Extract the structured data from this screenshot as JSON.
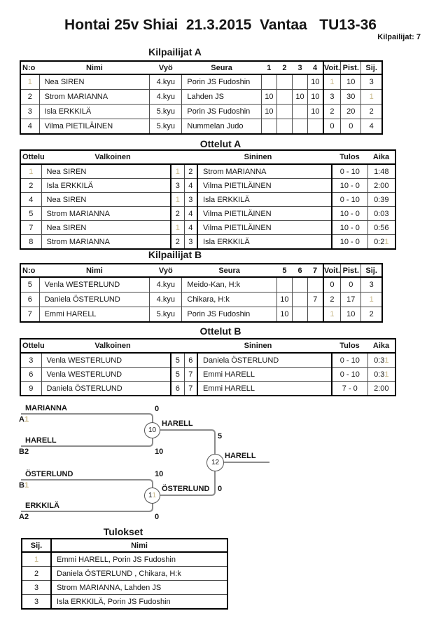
{
  "page": {
    "title": "Hontai 25v Shiai  21.3.2015  Vantaa   TU13-36",
    "participants": "Kilpailijat: 7"
  },
  "competitors_a": {
    "heading": "Kilpailijat A",
    "headers": {
      "no": "N:o",
      "name": "Nimi",
      "belt": "Vyö",
      "club": "Seura",
      "r1": "1",
      "r2": "2",
      "r3": "3",
      "r4": "4",
      "wins": "Voit.",
      "points": "Pist.",
      "place": "Sij."
    },
    "rows": [
      {
        "no": "1",
        "name": "Nea SIREN",
        "belt": "4.kyu",
        "club": "Porin JS Fudoshin",
        "r1": "",
        "r2": "",
        "r3": "",
        "r4": "10",
        "wins": "1",
        "points": "10",
        "place": "3"
      },
      {
        "no": "2",
        "name": "Strom MARIANNA",
        "belt": "4.kyu",
        "club": "Lahden JS",
        "r1": "10",
        "r2": "",
        "r3": "10",
        "r4": "10",
        "wins": "3",
        "points": "30",
        "place": "1"
      },
      {
        "no": "3",
        "name": "Isla ERKKILÄ",
        "belt": "5.kyu",
        "club": "Porin JS Fudoshin",
        "r1": "10",
        "r2": "",
        "r3": "",
        "r4": "10",
        "wins": "2",
        "points": "20",
        "place": "2"
      },
      {
        "no": "4",
        "name": "Vilma PIETILÄINEN",
        "belt": "5.kyu",
        "club": "Nummelan Judo",
        "r1": "",
        "r2": "",
        "r3": "",
        "r4": "",
        "wins": "0",
        "points": "0",
        "place": "4"
      }
    ]
  },
  "matches_a": {
    "heading": "Ottelut A",
    "headers": {
      "match": "Ottelu",
      "white": "Valkoinen",
      "blue": "Sininen",
      "result": "Tulos",
      "time": "Aika"
    },
    "rows": [
      {
        "no": "1",
        "white": "Nea SIREN",
        "wn": "1",
        "bn": "2",
        "blue": "Strom MARIANNA",
        "result": "0 - 10",
        "time": "1:48"
      },
      {
        "no": "2",
        "white": "Isla ERKKILÄ",
        "wn": "3",
        "bn": "4",
        "blue": "Vilma PIETILÄINEN",
        "result": "10 - 0",
        "time": "2:00"
      },
      {
        "no": "4",
        "white": "Nea SIREN",
        "wn": "1",
        "bn": "3",
        "blue": "Isla ERKKILÄ",
        "result": "0 - 10",
        "time": "0:39"
      },
      {
        "no": "5",
        "white": "Strom MARIANNA",
        "wn": "2",
        "bn": "4",
        "blue": "Vilma PIETILÄINEN",
        "result": "10 - 0",
        "time": "0:03"
      },
      {
        "no": "7",
        "white": "Nea SIREN",
        "wn": "1",
        "bn": "4",
        "blue": "Vilma PIETILÄINEN",
        "result": "10 - 0",
        "time": "0:56"
      },
      {
        "no": "8",
        "white": "Strom MARIANNA",
        "wn": "2",
        "bn": "3",
        "blue": "Isla ERKKILÄ",
        "result": "10 - 0",
        "time": "0:21"
      }
    ]
  },
  "competitors_b": {
    "heading": "Kilpailijat B",
    "headers": {
      "no": "N:o",
      "name": "Nimi",
      "belt": "Vyö",
      "club": "Seura",
      "r1": "5",
      "r2": "6",
      "r3": "7",
      "wins": "Voit.",
      "points": "Pist.",
      "place": "Sij."
    },
    "rows": [
      {
        "no": "5",
        "name": "Venla WESTERLUND",
        "belt": "4.kyu",
        "club": "Meido-Kan, H:k",
        "r1": "",
        "r2": "",
        "r3": "",
        "wins": "0",
        "points": "0",
        "place": "3"
      },
      {
        "no": "6",
        "name": "Daniela ÖSTERLUND",
        "belt": "4.kyu",
        "club": "Chikara, H:k",
        "r1": "10",
        "r2": "",
        "r3": "7",
        "wins": "2",
        "points": "17",
        "place": "1"
      },
      {
        "no": "7",
        "name": "Emmi HARELL",
        "belt": "5.kyu",
        "club": "Porin JS Fudoshin",
        "r1": "10",
        "r2": "",
        "r3": "",
        "wins": "1",
        "points": "10",
        "place": "2"
      }
    ]
  },
  "matches_b": {
    "heading": "Ottelut B",
    "headers": {
      "match": "Ottelu",
      "white": "Valkoinen",
      "blue": "Sininen",
      "result": "Tulos",
      "time": "Aika"
    },
    "rows": [
      {
        "no": "3",
        "white": "Venla WESTERLUND",
        "wn": "5",
        "bn": "6",
        "blue": "Daniela ÖSTERLUND",
        "result": "0 - 10",
        "time": "0:31"
      },
      {
        "no": "6",
        "white": "Venla WESTERLUND",
        "wn": "5",
        "bn": "7",
        "blue": "Emmi HARELL",
        "result": "0 - 10",
        "time": "0:31"
      },
      {
        "no": "9",
        "white": "Daniela ÖSTERLUND",
        "wn": "6",
        "bn": "7",
        "blue": "Emmi HARELL",
        "result": "7 - 0",
        "time": "2:00"
      }
    ]
  },
  "bracket": {
    "semifinal1": {
      "match_no": "10",
      "top": {
        "name": "MARIANNA",
        "seed": "A1",
        "score": "0"
      },
      "bottom": {
        "name": "HARELL",
        "seed": "B2",
        "score": "10"
      },
      "winner": "HARELL"
    },
    "semifinal2": {
      "match_no": "11",
      "top": {
        "name": "ÖSTERLUND",
        "seed": "B1",
        "score": "10"
      },
      "bottom": {
        "name": "ERKKILÄ",
        "seed": "A2",
        "score": "0"
      },
      "winner": "ÖSTERLUND"
    },
    "final": {
      "match_no": "12",
      "top_score": "5",
      "bottom_score": "0",
      "winner": "HARELL"
    }
  },
  "results": {
    "heading": "Tulokset",
    "headers": {
      "place": "Sij.",
      "name": "Nimi"
    },
    "rows": [
      {
        "place": "1",
        "name": "Emmi HARELL, Porin JS Fudoshin"
      },
      {
        "place": "2",
        "name": "Daniela ÖSTERLUND , Chikara, H:k"
      },
      {
        "place": "3",
        "name": "Strom MARIANNA, Lahden JS"
      },
      {
        "place": "3",
        "name": "Isla ERKKILÄ, Porin JS Fudoshin"
      }
    ]
  }
}
